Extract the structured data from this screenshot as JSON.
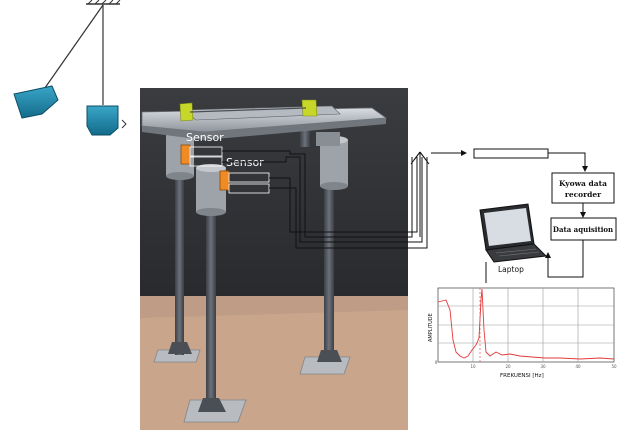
{
  "labels": {
    "sensor_1": "Sensor",
    "sensor_2": "Sensor",
    "recorder_line1": "Kyowa data",
    "recorder_line2": "recorder",
    "acquisition": "Data aquisition",
    "laptop": "Laptop",
    "plot_ylabel": "AMPLITUDE",
    "plot_xlabel": "FREKUENSI [Hz]"
  },
  "colors": {
    "pendulum": "#1e7fa0",
    "sensor": "#f08a24",
    "column": "#5b6068",
    "floor": "#c9a58c",
    "backdrop": "#2d2f33",
    "spectrum": "#e03a3a",
    "yellow_part": "#c6d72a"
  },
  "icons": {
    "support": "ceiling-hatch-icon",
    "laptop": "laptop-icon",
    "antenna": "antenna-icon"
  }
}
